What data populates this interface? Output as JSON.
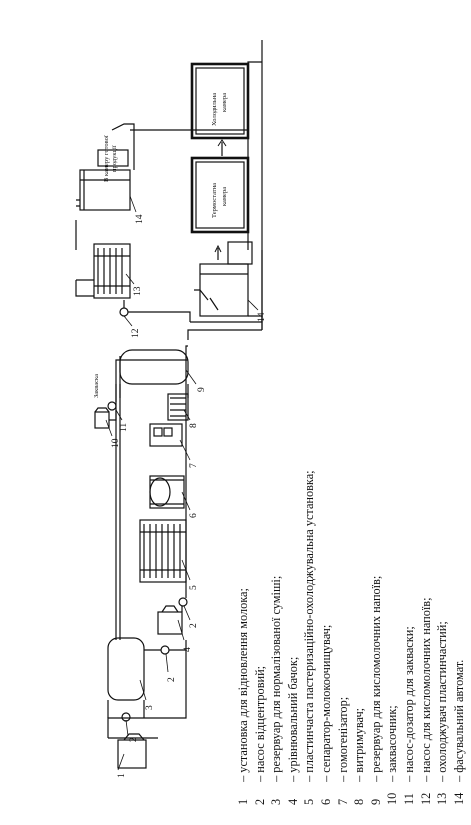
{
  "legend": [
    {
      "num": "1",
      "text": "– установка для відновлення молока;"
    },
    {
      "num": "2",
      "text": "– насос відцентровий;"
    },
    {
      "num": "3",
      "text": "– резервуар для нормалізованої суміші;"
    },
    {
      "num": "4",
      "text": "– урівнювальний бачок;"
    },
    {
      "num": "5",
      "text": "– пластинчаста пастеризаційно-охолоджувальна установка;"
    },
    {
      "num": "6",
      "text": "– сепаратор-молокоочищувач;"
    },
    {
      "num": "7",
      "text": "– гомогенізатор;"
    },
    {
      "num": "8",
      "text": "– витримувач;"
    },
    {
      "num": "9",
      "text": "– резервуар для кисломолочних напоїв;"
    },
    {
      "num": "10",
      "text": "– заквасочник;"
    },
    {
      "num": "11",
      "text": "– насос-дозатор для закваски;"
    },
    {
      "num": "12",
      "text": "– насос для кисломолочних напоїв;"
    },
    {
      "num": "13",
      "text": "– охолоджувач пластинчастий;"
    },
    {
      "num": "14",
      "text": "– фасувальний автомат."
    }
  ],
  "diagram": {
    "starter_label": "Закваска",
    "to_chamber_label_1": "В камеру готової",
    "to_chamber_label_2": "продукції",
    "thermostat_label_1": "Термостатна",
    "thermostat_label_2": "камера",
    "cooling_label_1": "Холодильна",
    "cooling_label_2": "камера",
    "num_1": "1",
    "num_2a": "2",
    "num_3": "3",
    "num_2b": "2",
    "num_4": "4",
    "num_2c": "2",
    "num_5": "5",
    "num_6": "6",
    "num_7": "7",
    "num_8": "8",
    "num_9": "9",
    "num_10": "10",
    "num_11": "11",
    "num_12": "12",
    "num_13": "13",
    "num_14a": "14",
    "num_14b": "14"
  }
}
